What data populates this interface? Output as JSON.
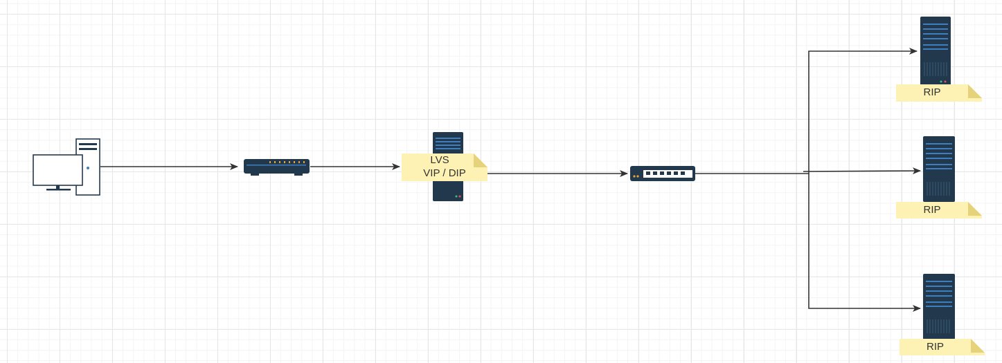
{
  "diagram": {
    "nodes": [
      {
        "id": "client",
        "icon": "desktop-computer-icon"
      },
      {
        "id": "router",
        "icon": "router-icon"
      },
      {
        "id": "lvs",
        "icon": "server-rack-icon"
      },
      {
        "id": "switch",
        "icon": "network-switch-icon"
      },
      {
        "id": "real1",
        "icon": "server-rack-icon"
      },
      {
        "id": "real2",
        "icon": "server-rack-icon"
      },
      {
        "id": "real3",
        "icon": "server-rack-icon"
      }
    ],
    "notes": {
      "lvs_line1": "LVS",
      "lvs_line2": "VIP / DIP",
      "real1": "RIP",
      "real2": "RIP",
      "real3": "RIP"
    },
    "colors": {
      "server_body": "#22394d",
      "server_accent": "#3f7fbf",
      "note_fill": "#fdf2b3",
      "note_fold": "#e7d27c",
      "edge": "#333333"
    }
  }
}
